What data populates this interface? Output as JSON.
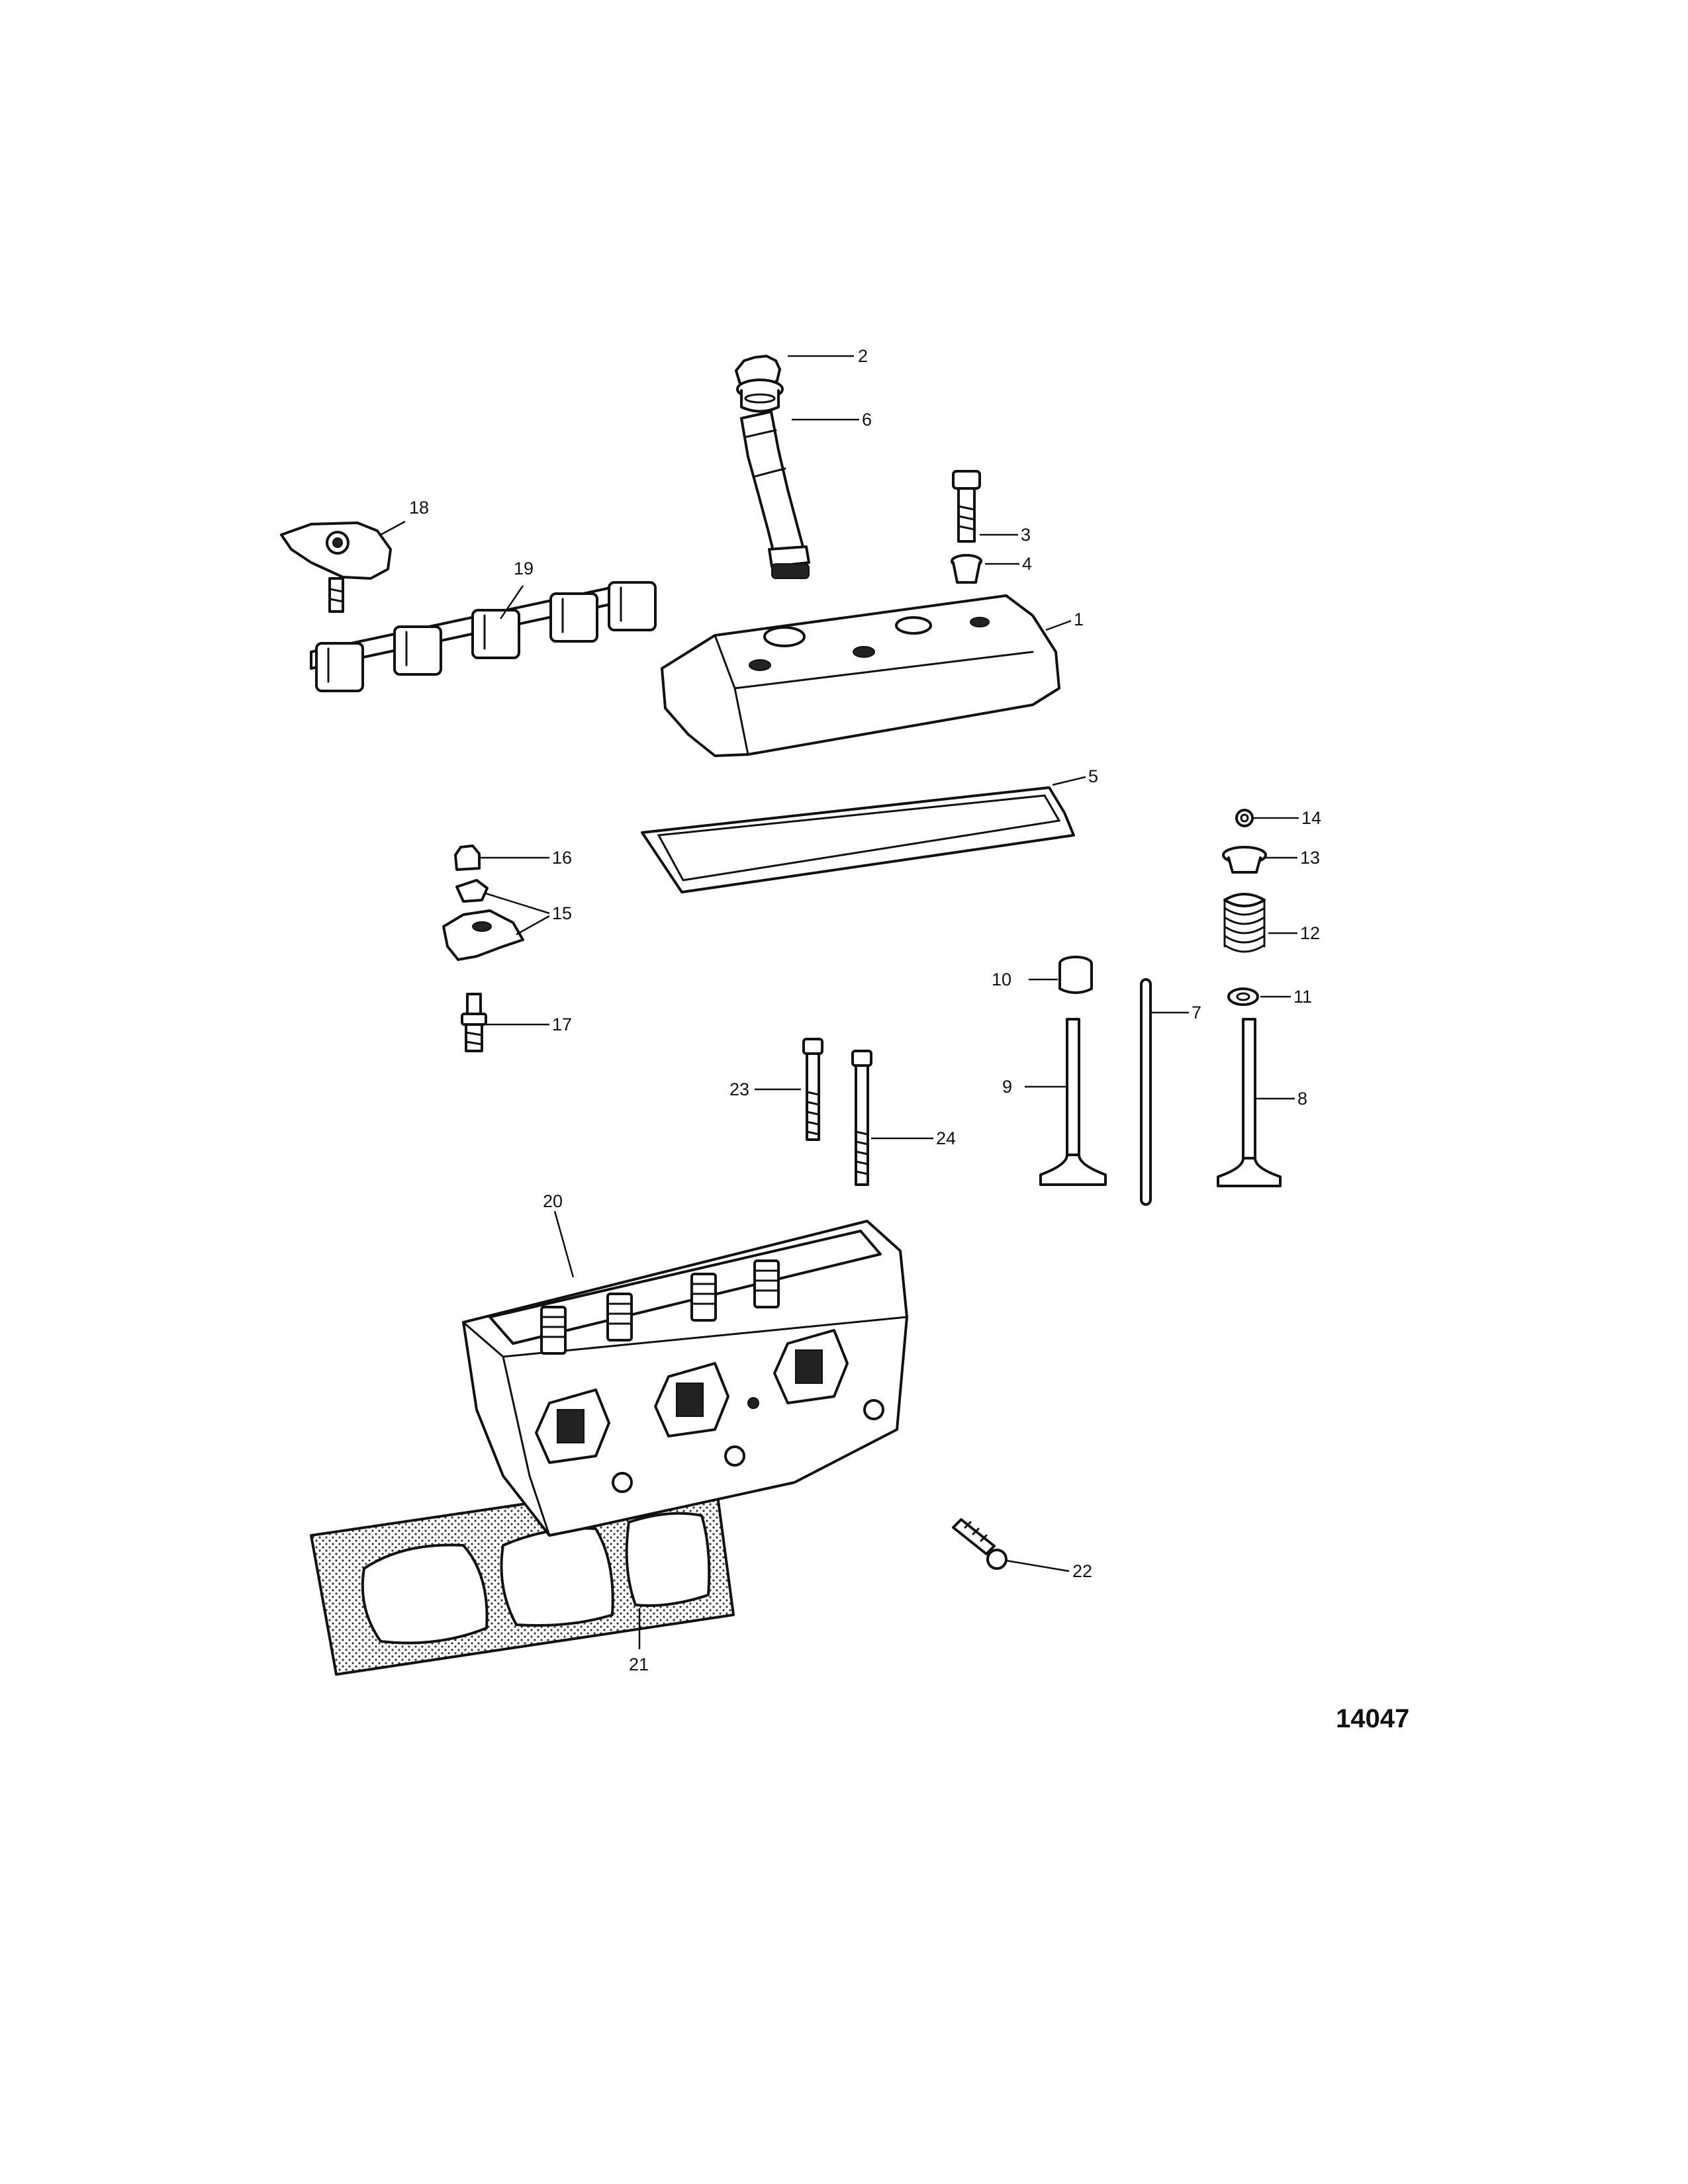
{
  "figure_number": "14047",
  "callouts": [
    "1",
    "2",
    "3",
    "4",
    "5",
    "6",
    "7",
    "8",
    "9",
    "10",
    "11",
    "12",
    "13",
    "14",
    "15",
    "16",
    "17",
    "18",
    "19",
    "20",
    "21",
    "22",
    "23",
    "24"
  ]
}
